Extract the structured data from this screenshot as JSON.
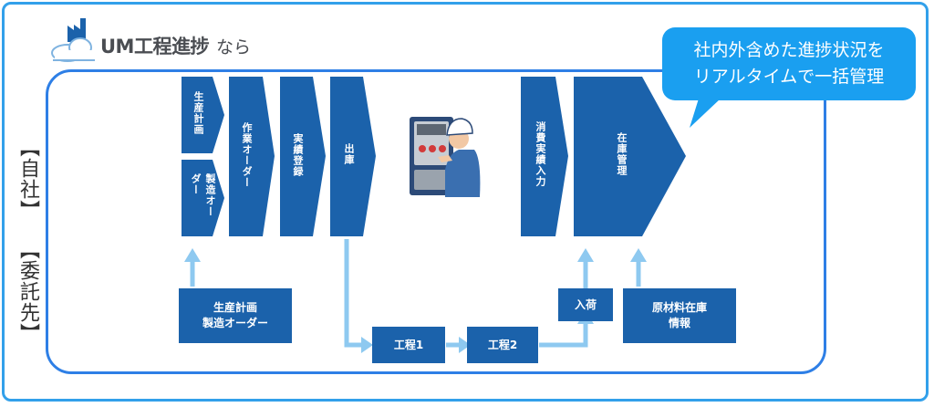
{
  "header": {
    "brand": "UM工程進捗",
    "suffix": "なら"
  },
  "side_labels": {
    "own_company": "【自社】",
    "subcontractor": "【委託先】"
  },
  "callout": {
    "line1": "社内外含めた進捗状況を",
    "line2": "リアルタイムで一括管理"
  },
  "flow": {
    "production_plan": "生産計画",
    "manufacturing_order": "製造オーダー",
    "work_order": "作業オーダー",
    "result_registration": "実績登録",
    "shipping": "出庫",
    "consumption_input": "消費実績入力",
    "inventory_management": "在庫管理"
  },
  "subcontractor_flow": {
    "plan_order_line1": "生産計画",
    "plan_order_line2": "製造オーダー",
    "process1": "工程1",
    "process2": "工程2",
    "receiving": "入荷",
    "material_stock_line1": "原材料在庫",
    "material_stock_line2": "情報"
  },
  "colors": {
    "block_blue": "#1b62ab",
    "arrow_light_blue": "#8ec9f0",
    "frame_blue": "#2e7fe6",
    "callout_blue": "#1a9ff0"
  }
}
